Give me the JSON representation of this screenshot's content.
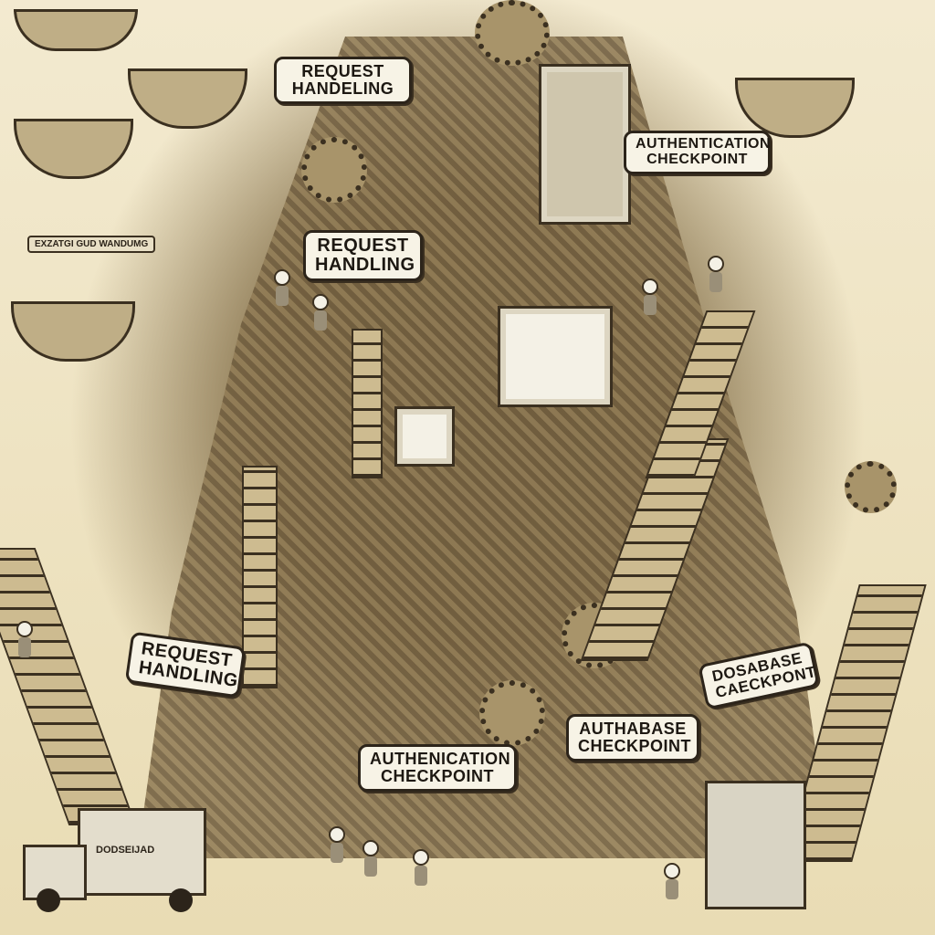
{
  "scene": {
    "description": "Whimsical sepia-toned illustration of a towering steampunk machine with stairs, ladders, gears, computers, little figures and signs",
    "colors": {
      "background": "#efe5c4",
      "ink": "#2c241a",
      "sign": "#f7f3e6",
      "machinery": "#6d5a3c"
    }
  },
  "labels": [
    {
      "id": "request-handling-top",
      "lines": [
        "REQUEST",
        "HANDELING"
      ]
    },
    {
      "id": "authentication-checkpoint-top",
      "lines": [
        "AUTHENTICATION",
        "CHECKPOINT"
      ]
    },
    {
      "id": "request-handling-middle",
      "lines": [
        "REQUEST",
        "HANDLING"
      ]
    },
    {
      "id": "request-handling-left",
      "lines": [
        "REQUEST",
        "HANDLING"
      ]
    },
    {
      "id": "authentication-checkpoint-bottom",
      "lines": [
        "AUTHENICATION",
        "CHECKPOINT"
      ]
    },
    {
      "id": "authbase-checkpoint",
      "lines": [
        "AUTHABASE",
        "CHECKPOINT"
      ]
    },
    {
      "id": "database-checkpoint",
      "lines": [
        "DOSABASE",
        "CAECKPONT"
      ]
    }
  ],
  "small_signs": [
    {
      "id": "scroll-sign-left",
      "text": "EXZATGI GUD WANDUMG"
    }
  ],
  "truck": {
    "side_text": "DODSEIJAD"
  }
}
